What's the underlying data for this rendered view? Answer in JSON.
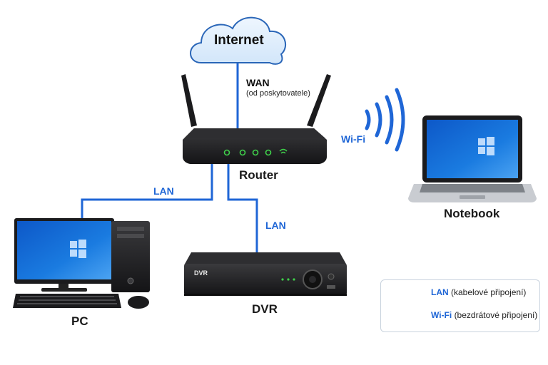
{
  "nodes": {
    "internet": "Internet",
    "router": "Router",
    "notebook": "Notebook",
    "pc": "PC",
    "dvr": "DVR",
    "dvr_device_text": "DVR"
  },
  "links": {
    "wan": "WAN",
    "wan_note": "(od poskytovatele)",
    "wifi": "Wi-Fi",
    "lan_pc": "LAN",
    "lan_dvr": "LAN"
  },
  "legend": {
    "lan_key": "LAN",
    "lan_desc": "(kabelové připojení)",
    "wifi_key": "Wi-Fi",
    "wifi_desc": "(bezdrátové připojení)"
  },
  "colors": {
    "link": "#1f66d6",
    "device": "#1c1c1e",
    "screen": "#1a7be0",
    "cloud": "#dcecfb"
  }
}
